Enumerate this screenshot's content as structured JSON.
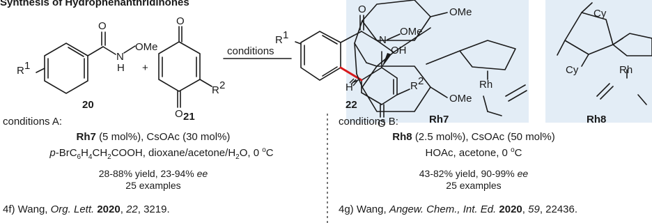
{
  "heading": "Synthesis of Hydrophenanthridinones",
  "reaction": {
    "conditions_arrow_label": "conditions",
    "plus": "+",
    "compound_labels": {
      "amide": "20",
      "quinone": "21",
      "product": "22"
    },
    "atoms": {
      "O": "O",
      "N": "N",
      "H": "H",
      "OMe": "OMe",
      "OH": "OH",
      "R": "R",
      "one": "1",
      "two": "2"
    }
  },
  "catalysts": {
    "rh7": {
      "label": "Rh7",
      "rh": "Rh",
      "ome_top": "OMe",
      "ome_bottom": "OMe"
    },
    "rh8": {
      "label": "Rh8",
      "rh": "Rh",
      "cy_top": "Cy",
      "cy_left": "Cy"
    }
  },
  "conditions_A": {
    "heading": "conditions A:",
    "cat": "Rh7",
    "cat_rest": " (5 mol%), CsOAc (30 mol%)",
    "acid_p": "p",
    "acid_1": "-BrC",
    "acid_s6": "6",
    "acid_h": "H",
    "acid_s4": "4",
    "acid_2": "CH",
    "acid_s2": "2",
    "acid_3": "COOH, dioxane/acetone/H",
    "acid_s2b": "2",
    "acid_4": "O, 0 ",
    "acid_deg": "o",
    "acid_C": "C",
    "yield_1": "28-88% yield, 23-94% ",
    "ee": "ee",
    "examples": "25 examples",
    "ref_pre": "4f) Wang, ",
    "ref_journal": "Org. Lett.",
    "ref_year": "2020",
    "ref_vol": "22",
    "ref_pages": ", 3219."
  },
  "conditions_B": {
    "heading": "conditions B:",
    "cat": "Rh8",
    "cat_rest": " (2.5 mol%), CsOAc (50 mol%)",
    "line2": "HOAc, acetone, 0 ",
    "deg": "o",
    "C": "C",
    "yield_1": "43-82% yield, 90-99% ",
    "ee": "ee",
    "examples": "25 examples",
    "ref_pre": "4g) Wang, ",
    "ref_journal": "Angew. Chem., Int. Ed.",
    "ref_year": "2020",
    "ref_vol": "59",
    "ref_pages": ", 22436."
  },
  "colors": {
    "panel": "#e3edf6",
    "new_bond": "#d7191c",
    "ink": "#1a1a1a"
  }
}
